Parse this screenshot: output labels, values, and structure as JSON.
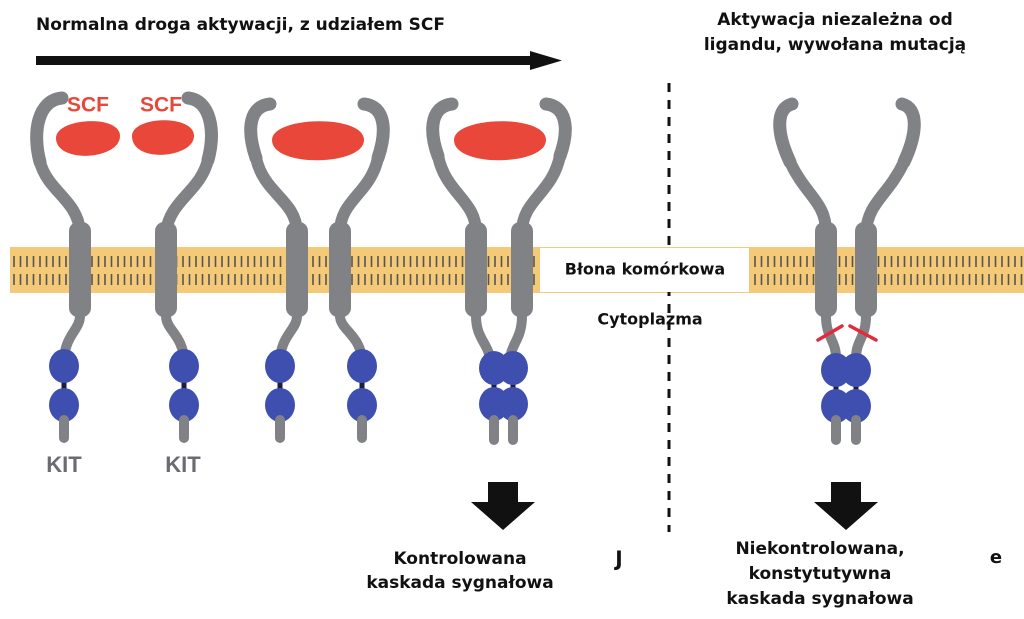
{
  "titles": {
    "left": "Normalna droga aktywacji, z udziałem SCF",
    "right_line1": "Aktywacja niezależna od",
    "right_line2": "ligandu, wywołana mutacją"
  },
  "labels": {
    "scf": "SCF",
    "kit": "KIT",
    "membrane": "Błona komórkowa",
    "cytoplasm": "Cytoplazma"
  },
  "outcomes": {
    "controlled_line1": "Kontrolowana",
    "controlled_line2": "kaskada sygnałowa",
    "uncontrolled_line1": "Niekontrolowana,",
    "uncontrolled_line2": "konstytutywna",
    "uncontrolled_line3": "kaskada sygnałowa"
  },
  "stray_marks": {
    "mid": "J",
    "right": "e"
  },
  "colors": {
    "receptor": "#818286",
    "ligand": "#e8473a",
    "kinase": "#3e4fb0",
    "kinase_link": "#1a1f3f",
    "membrane_head": "#f4c978",
    "membrane_tail": "#555555",
    "mutation": "#e22b3d",
    "arrow": "#111111"
  }
}
